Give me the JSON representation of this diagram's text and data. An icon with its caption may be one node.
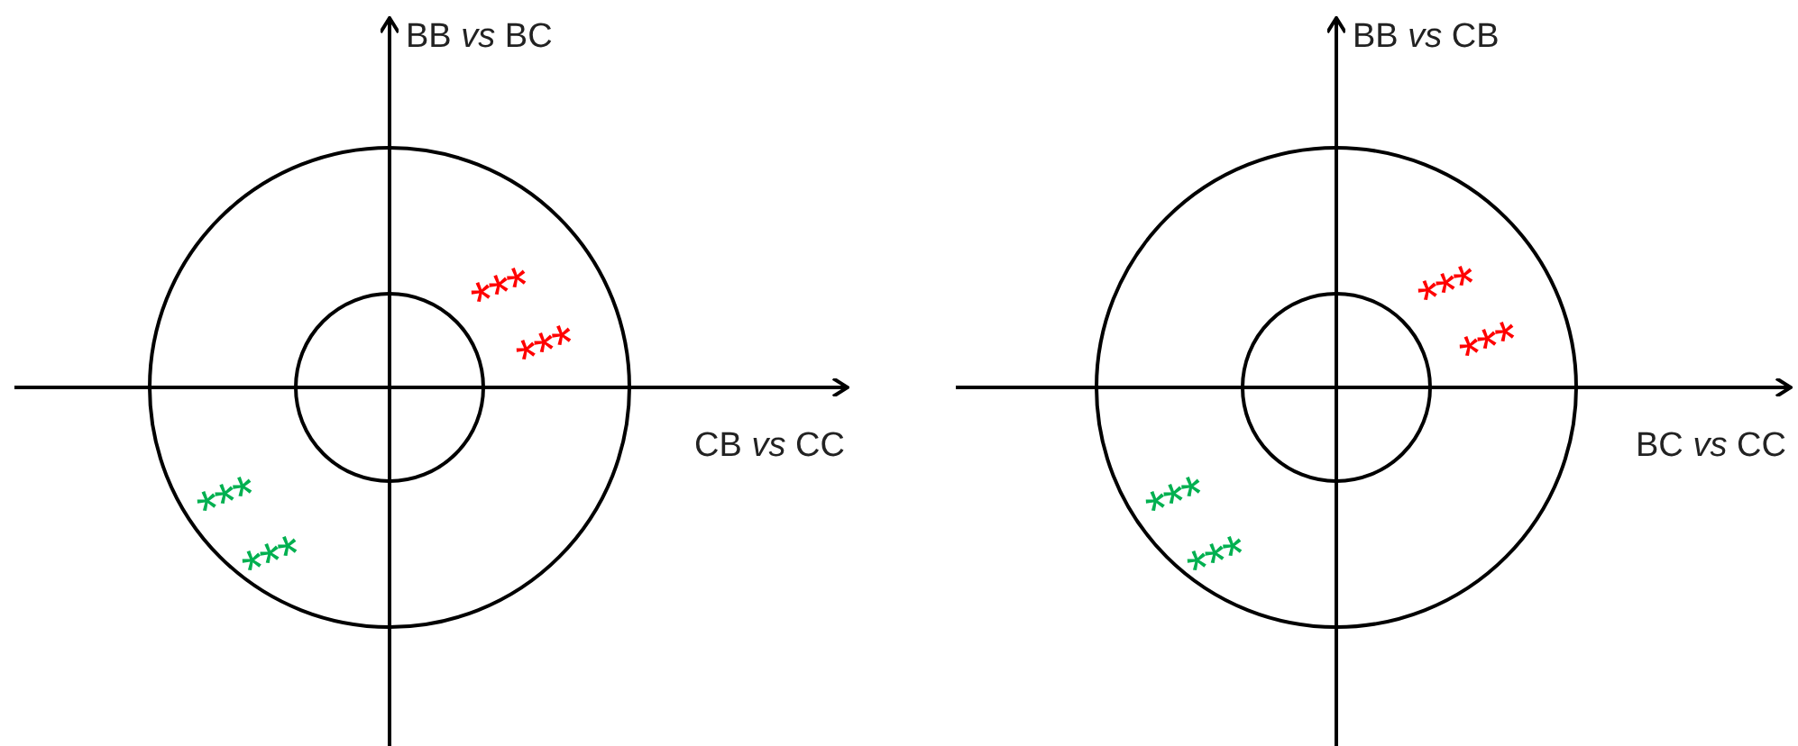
{
  "diagram": {
    "labels": [
      "BB *vs* BC",
      "***",
      "***",
      "***",
      "***",
      "CB *vs* CC",
      "BB *vs* CB",
      "***",
      "***",
      "***",
      "***",
      "BC *vs* CC"
    ]
  }
}
